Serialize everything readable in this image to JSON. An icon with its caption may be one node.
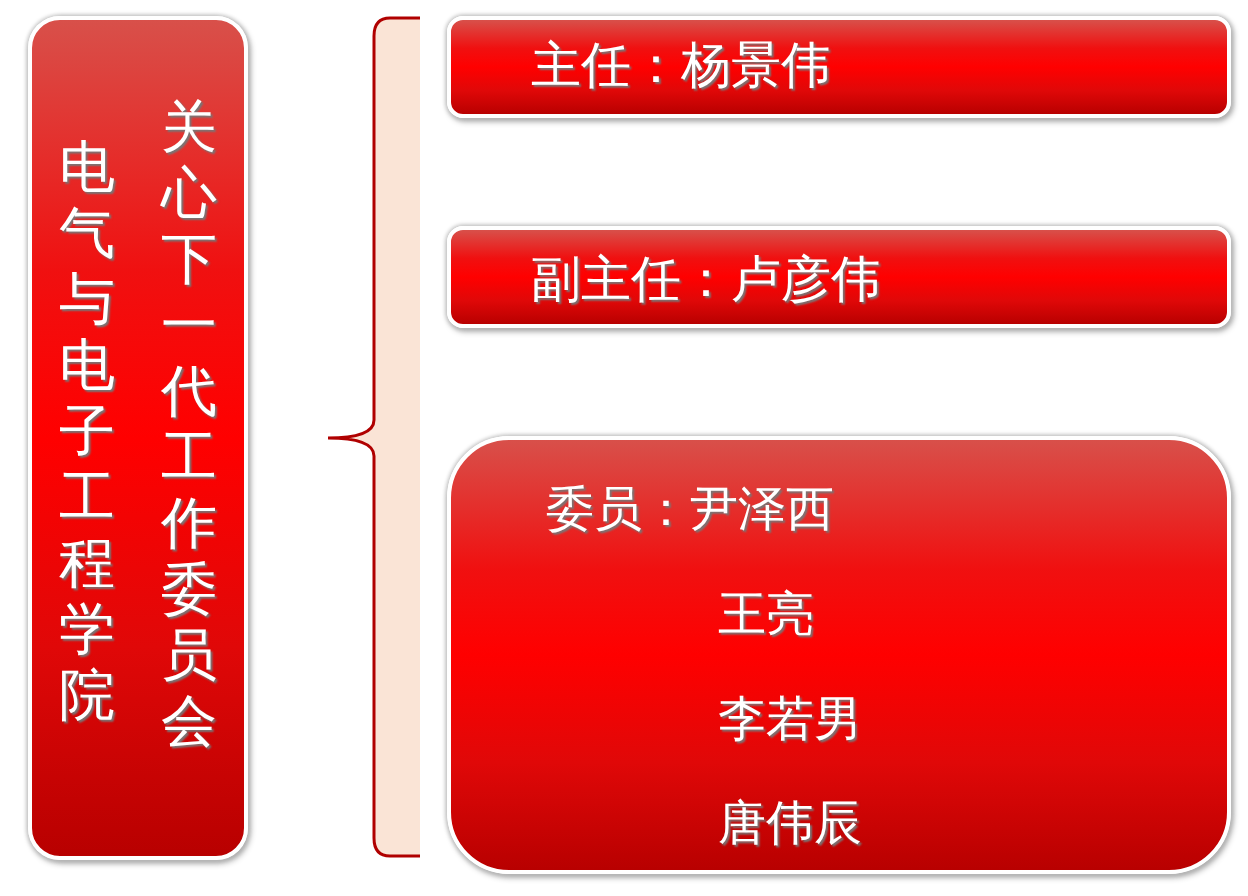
{
  "diagram": {
    "nodes": [
      {
        "text": [
          "电气与电子工程学院",
          "关心下一代工作委员会"
        ]
      },
      {
        "text": [
          "主任：杨景伟"
        ]
      },
      {
        "text": [
          "副主任：卢彦伟"
        ]
      },
      {
        "text": [
          "委员：尹泽西",
          "王亮",
          "李若男",
          "唐伟辰"
        ]
      }
    ],
    "edges": []
  }
}
